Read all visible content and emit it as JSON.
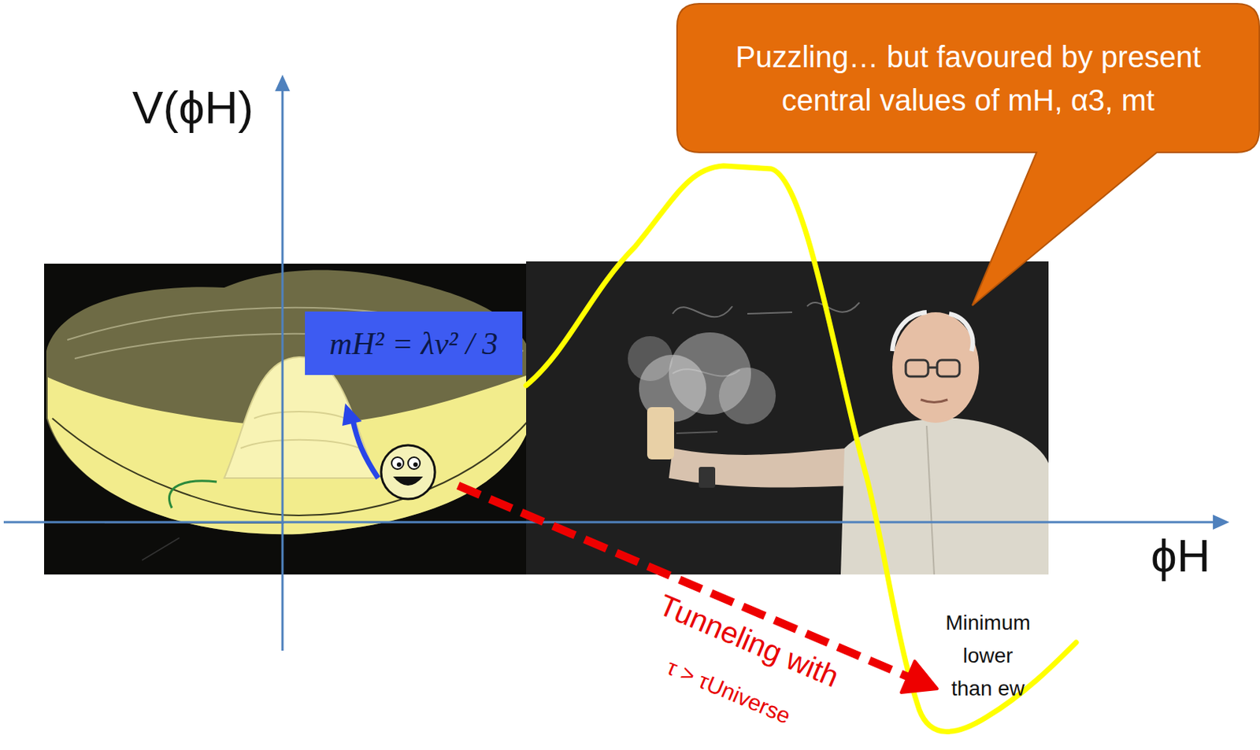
{
  "diagram": {
    "nodes": [
      {
        "text": [
          "Puzzling… but favoured by present central values of mH, α3, mt"
        ]
      },
      {
        "text": [
          "mH² = λv² / 3"
        ]
      }
    ],
    "labels": [
      "V(ϕH)",
      "ϕH",
      "Tunneling with",
      "τ > τUniverse",
      "Minimum lower than ew"
    ]
  }
}
